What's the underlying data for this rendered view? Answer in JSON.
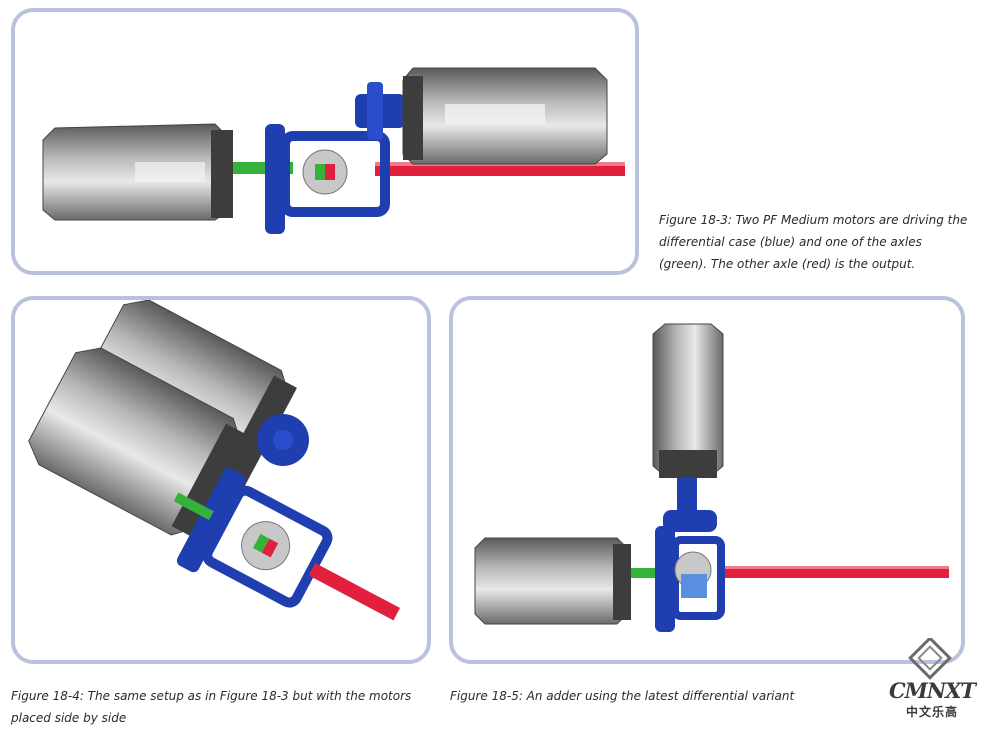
{
  "figures": [
    {
      "id": "18-3",
      "caption": "Figure 18-3: Two PF Medium motors are driving the differential case (blue) and one of the axles (green). The other axle (red) is the output."
    },
    {
      "id": "18-4",
      "caption": "Figure 18-4: The same setup as in Figure 18-3 but with the motors placed side by side"
    },
    {
      "id": "18-5",
      "caption": "Figure 18-5: An adder using the latest differential variant"
    }
  ],
  "watermark": {
    "name": "CMNXT",
    "subtitle": "中文乐高"
  },
  "colors": {
    "frame_border": "#b9c1dd",
    "motor_body": "#8a8a8a",
    "differential_case": "#1f3fb0",
    "input_axle": "#35b23a",
    "output_axle": "#e0203c",
    "gear_silver": "#c8c8c8"
  }
}
